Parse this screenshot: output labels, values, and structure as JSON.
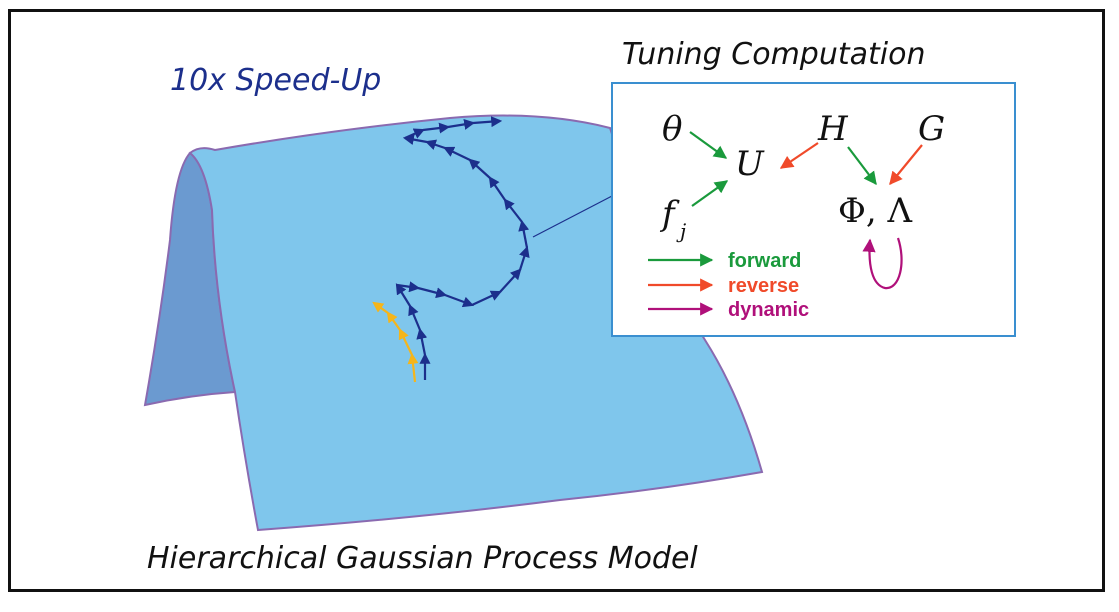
{
  "speedup_label": "10x Speed-Up",
  "model_label": "Hierarchical Gaussian Process Model",
  "tuning": {
    "title": "Tuning Computation",
    "nodes": {
      "theta": "θ",
      "H": "H",
      "G": "G",
      "U": "U",
      "f": "f",
      "f_sub": "j",
      "phi_lambda": "Φ, Λ"
    },
    "legend": [
      {
        "label": "forward",
        "color": "#1a9a3c"
      },
      {
        "label": "reverse",
        "color": "#f04a2a"
      },
      {
        "label": "dynamic",
        "color": "#b0107a"
      }
    ]
  },
  "colors": {
    "surface": "#7fc6ec",
    "surface_side": "#6b9ad0",
    "surface_edge": "#8a6ab0",
    "path_main": "#1c2f8c",
    "path_alt": "#f5b51b",
    "box_border": "#3a8fd0",
    "speedup_text": "#1c2f8c"
  }
}
